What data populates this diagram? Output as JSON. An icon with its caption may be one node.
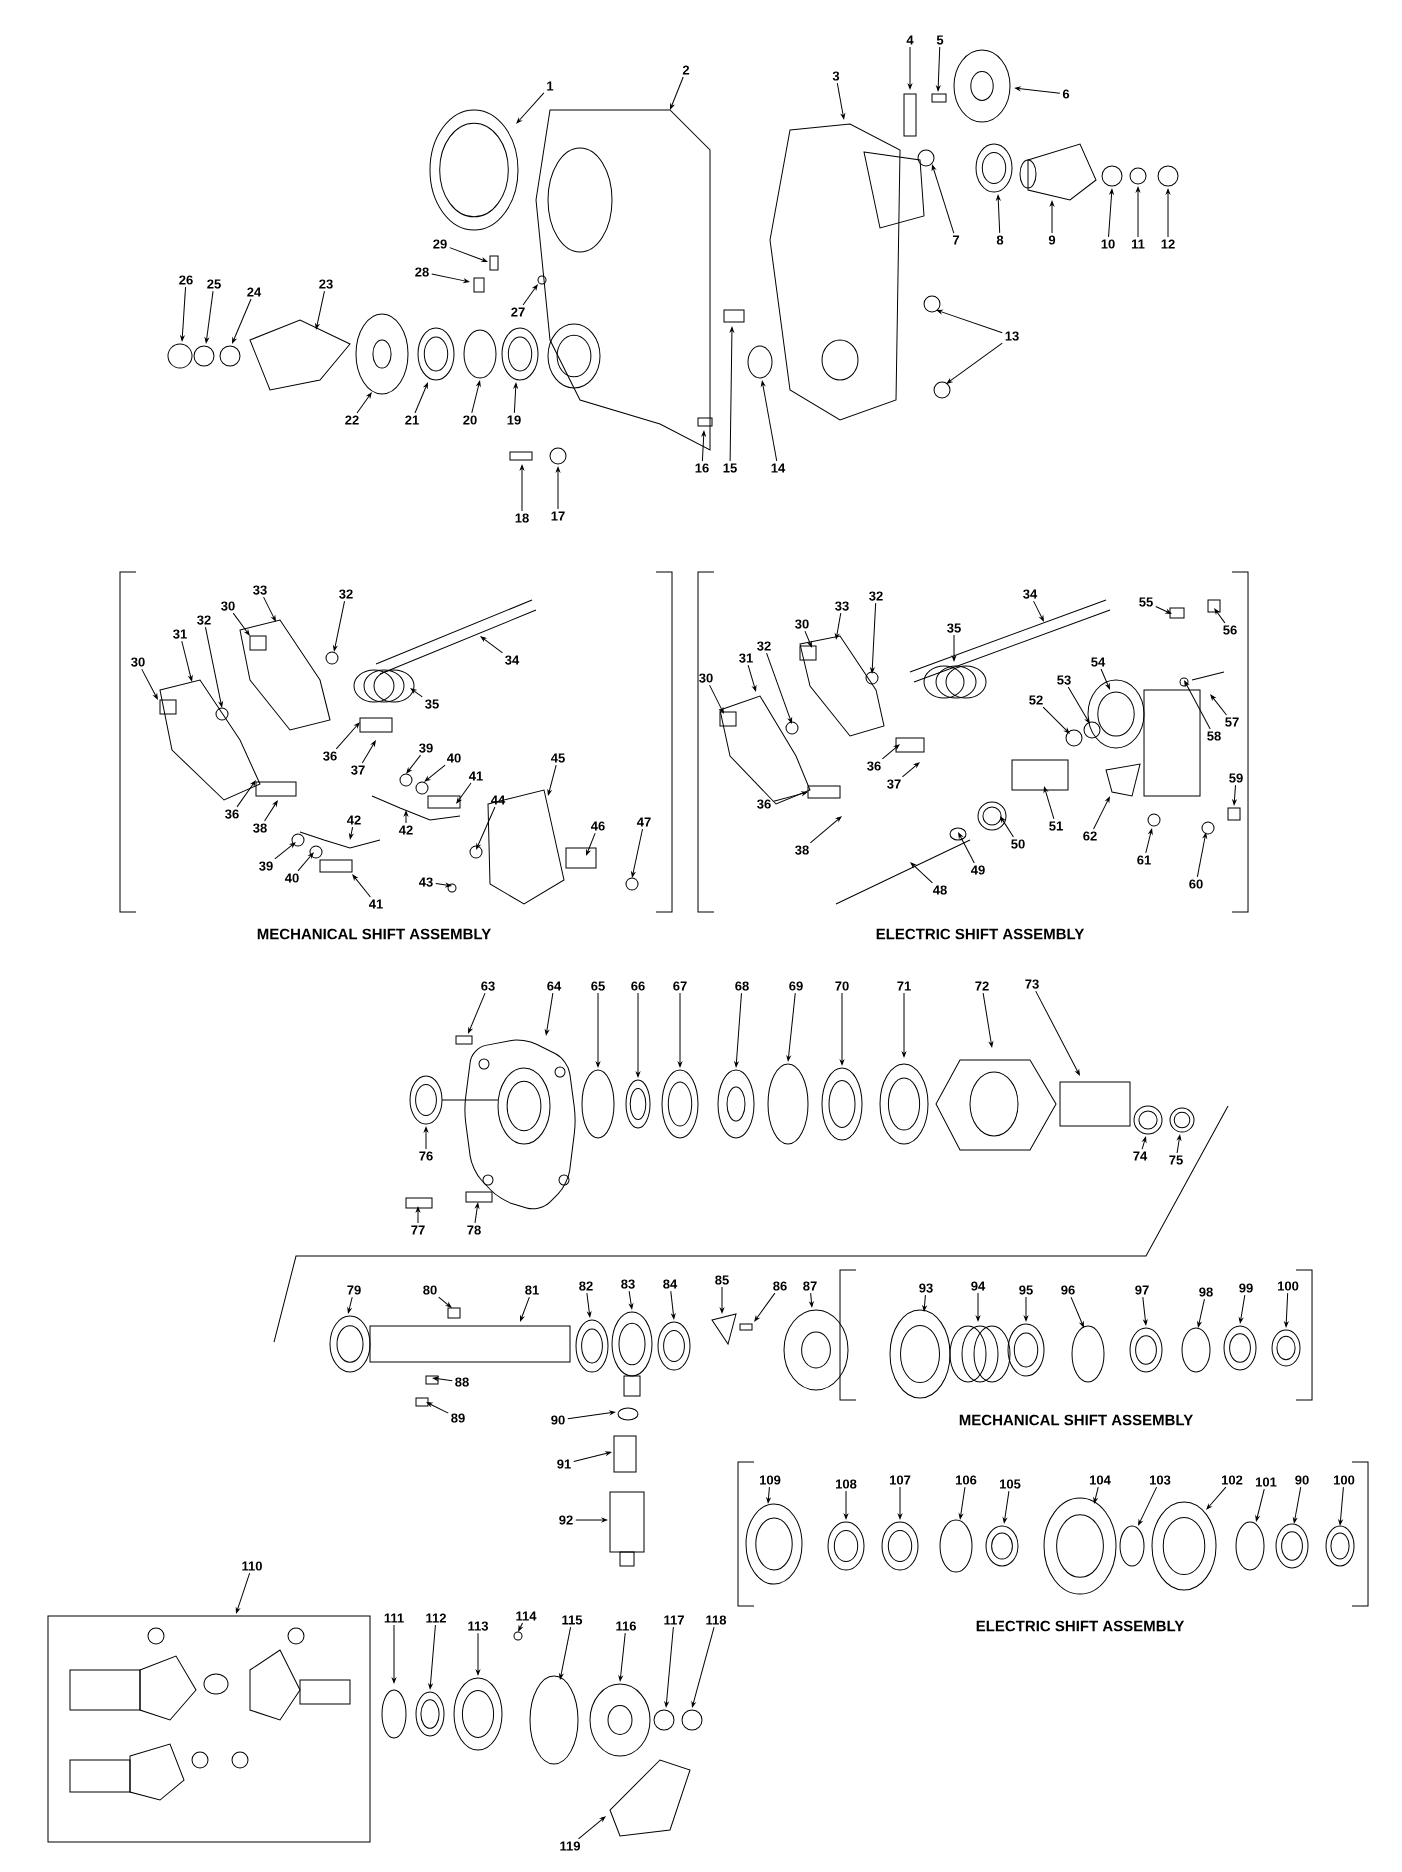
{
  "diagram": {
    "nodes": [
      {
        "text": [
          "1"
        ]
      },
      {
        "text": [
          "2"
        ]
      },
      {
        "text": [
          "3"
        ]
      },
      {
        "text": [
          "4"
        ]
      },
      {
        "text": [
          "5"
        ]
      },
      {
        "text": [
          "6"
        ]
      },
      {
        "text": [
          "7"
        ]
      },
      {
        "text": [
          "8"
        ]
      },
      {
        "text": [
          "9"
        ]
      },
      {
        "text": [
          "10"
        ]
      },
      {
        "text": [
          "11"
        ]
      },
      {
        "text": [
          "12"
        ]
      },
      {
        "text": [
          "13"
        ]
      },
      {
        "text": [
          "14"
        ]
      },
      {
        "text": [
          "15"
        ]
      },
      {
        "text": [
          "16"
        ]
      },
      {
        "text": [
          "17"
        ]
      },
      {
        "text": [
          "18"
        ]
      },
      {
        "text": [
          "19"
        ]
      },
      {
        "text": [
          "20"
        ]
      },
      {
        "text": [
          "21"
        ]
      },
      {
        "text": [
          "22"
        ]
      },
      {
        "text": [
          "23"
        ]
      },
      {
        "text": [
          "24"
        ]
      },
      {
        "text": [
          "25"
        ]
      },
      {
        "text": [
          "26"
        ]
      },
      {
        "text": [
          "27"
        ]
      },
      {
        "text": [
          "28"
        ]
      },
      {
        "text": [
          "29"
        ]
      },
      {
        "text": [
          "30"
        ]
      },
      {
        "text": [
          "31"
        ]
      },
      {
        "text": [
          "32"
        ]
      },
      {
        "text": [
          "30"
        ]
      },
      {
        "text": [
          "33"
        ]
      },
      {
        "text": [
          "32"
        ]
      },
      {
        "text": [
          "34"
        ]
      },
      {
        "text": [
          "35"
        ]
      },
      {
        "text": [
          "36"
        ]
      },
      {
        "text": [
          "37"
        ]
      },
      {
        "text": [
          "36"
        ]
      },
      {
        "text": [
          "38"
        ]
      },
      {
        "text": [
          "39"
        ]
      },
      {
        "text": [
          "40"
        ]
      },
      {
        "text": [
          "41"
        ]
      },
      {
        "text": [
          "42"
        ]
      },
      {
        "text": [
          "44"
        ]
      },
      {
        "text": [
          "45"
        ]
      },
      {
        "text": [
          "46"
        ]
      },
      {
        "text": [
          "47"
        ]
      },
      {
        "text": [
          "42"
        ]
      },
      {
        "text": [
          "39"
        ]
      },
      {
        "text": [
          "40"
        ]
      },
      {
        "text": [
          "41"
        ]
      },
      {
        "text": [
          "43"
        ]
      },
      {
        "text": [
          "30"
        ]
      },
      {
        "text": [
          "31"
        ]
      },
      {
        "text": [
          "32"
        ]
      },
      {
        "text": [
          "30"
        ]
      },
      {
        "text": [
          "33"
        ]
      },
      {
        "text": [
          "32"
        ]
      },
      {
        "text": [
          "34"
        ]
      },
      {
        "text": [
          "35"
        ]
      },
      {
        "text": [
          "55"
        ]
      },
      {
        "text": [
          "56"
        ]
      },
      {
        "text": [
          "52"
        ]
      },
      {
        "text": [
          "53"
        ]
      },
      {
        "text": [
          "54"
        ]
      },
      {
        "text": [
          "57"
        ]
      },
      {
        "text": [
          "58"
        ]
      },
      {
        "text": [
          "36"
        ]
      },
      {
        "text": [
          "37"
        ]
      },
      {
        "text": [
          "36"
        ]
      },
      {
        "text": [
          "38"
        ]
      },
      {
        "text": [
          "51"
        ]
      },
      {
        "text": [
          "50"
        ]
      },
      {
        "text": [
          "49"
        ]
      },
      {
        "text": [
          "48"
        ]
      },
      {
        "text": [
          "62"
        ]
      },
      {
        "text": [
          "61"
        ]
      },
      {
        "text": [
          "60"
        ]
      },
      {
        "text": [
          "59"
        ]
      },
      {
        "text": [
          "63"
        ]
      },
      {
        "text": [
          "64"
        ]
      },
      {
        "text": [
          "65"
        ]
      },
      {
        "text": [
          "66"
        ]
      },
      {
        "text": [
          "67"
        ]
      },
      {
        "text": [
          "68"
        ]
      },
      {
        "text": [
          "69"
        ]
      },
      {
        "text": [
          "70"
        ]
      },
      {
        "text": [
          "71"
        ]
      },
      {
        "text": [
          "72"
        ]
      },
      {
        "text": [
          "73"
        ]
      },
      {
        "text": [
          "76"
        ]
      },
      {
        "text": [
          "74"
        ]
      },
      {
        "text": [
          "75"
        ]
      },
      {
        "text": [
          "77"
        ]
      },
      {
        "text": [
          "78"
        ]
      },
      {
        "text": [
          "79"
        ]
      },
      {
        "text": [
          "80"
        ]
      },
      {
        "text": [
          "81"
        ]
      },
      {
        "text": [
          "82"
        ]
      },
      {
        "text": [
          "83"
        ]
      },
      {
        "text": [
          "84"
        ]
      },
      {
        "text": [
          "85"
        ]
      },
      {
        "text": [
          "86"
        ]
      },
      {
        "text": [
          "87"
        ]
      },
      {
        "text": [
          "88"
        ]
      },
      {
        "text": [
          "89"
        ]
      },
      {
        "text": [
          "90"
        ]
      },
      {
        "text": [
          "91"
        ]
      },
      {
        "text": [
          "92"
        ]
      },
      {
        "text": [
          "93"
        ]
      },
      {
        "text": [
          "94"
        ]
      },
      {
        "text": [
          "95"
        ]
      },
      {
        "text": [
          "96"
        ]
      },
      {
        "text": [
          "97"
        ]
      },
      {
        "text": [
          "98"
        ]
      },
      {
        "text": [
          "99"
        ]
      },
      {
        "text": [
          "100"
        ]
      },
      {
        "text": [
          "109"
        ]
      },
      {
        "text": [
          "108"
        ]
      },
      {
        "text": [
          "107"
        ]
      },
      {
        "text": [
          "106"
        ]
      },
      {
        "text": [
          "105"
        ]
      },
      {
        "text": [
          "104"
        ]
      },
      {
        "text": [
          "103"
        ]
      },
      {
        "text": [
          "102"
        ]
      },
      {
        "text": [
          "101"
        ]
      },
      {
        "text": [
          "90"
        ]
      },
      {
        "text": [
          "100"
        ]
      },
      {
        "text": [
          "110"
        ]
      },
      {
        "text": [
          "111"
        ]
      },
      {
        "text": [
          "112"
        ]
      },
      {
        "text": [
          "113"
        ]
      },
      {
        "text": [
          "114"
        ]
      },
      {
        "text": [
          "115"
        ]
      },
      {
        "text": [
          "116"
        ]
      },
      {
        "text": [
          "117"
        ]
      },
      {
        "text": [
          "118"
        ]
      },
      {
        "text": [
          "119"
        ]
      }
    ],
    "edges": [
      {
        "from": 0,
        "to": null,
        "arrow": "to"
      },
      {
        "from": 1,
        "to": null,
        "arrow": "to"
      },
      {
        "from": 2,
        "to": null,
        "arrow": "to"
      },
      {
        "from": 3,
        "to": null,
        "arrow": "to"
      },
      {
        "from": 4,
        "to": null,
        "arrow": "to"
      },
      {
        "from": 5,
        "to": null,
        "arrow": "to"
      },
      {
        "from": 6,
        "to": null,
        "arrow": "to"
      },
      {
        "from": 7,
        "to": null,
        "arrow": "to"
      },
      {
        "from": 8,
        "to": null,
        "arrow": "to"
      },
      {
        "from": 9,
        "to": null,
        "arrow": "to"
      },
      {
        "from": 10,
        "to": null,
        "arrow": "to"
      },
      {
        "from": 11,
        "to": null,
        "arrow": "to"
      },
      {
        "from": 12,
        "to": null,
        "arrow": "to"
      },
      {
        "from": 12,
        "to": null,
        "arrow": "to"
      },
      {
        "from": 13,
        "to": null,
        "arrow": "to"
      },
      {
        "from": 14,
        "to": null,
        "arrow": "to"
      },
      {
        "from": 15,
        "to": null,
        "arrow": "to"
      },
      {
        "from": 16,
        "to": null,
        "arrow": "to"
      },
      {
        "from": 17,
        "to": null,
        "arrow": "to"
      },
      {
        "from": 18,
        "to": null,
        "arrow": "to"
      },
      {
        "from": 19,
        "to": null,
        "arrow": "to"
      },
      {
        "from": 20,
        "to": null,
        "arrow": "to"
      },
      {
        "from": 21,
        "to": null,
        "arrow": "to"
      },
      {
        "from": 22,
        "to": null,
        "arrow": "to"
      },
      {
        "from": 23,
        "to": null,
        "arrow": "to"
      },
      {
        "from": 24,
        "to": null,
        "arrow": "to"
      },
      {
        "from": 25,
        "to": null,
        "arrow": "to"
      },
      {
        "from": 26,
        "to": null,
        "arrow": "to"
      },
      {
        "from": 27,
        "to": null,
        "arrow": "to"
      },
      {
        "from": 28,
        "to": null,
        "arrow": "to"
      },
      {
        "from": 29,
        "to": null,
        "arrow": "to"
      },
      {
        "from": 30,
        "to": null,
        "arrow": "to"
      },
      {
        "from": 31,
        "to": null,
        "arrow": "to"
      },
      {
        "from": 32,
        "to": null,
        "arrow": "to"
      },
      {
        "from": 33,
        "to": null,
        "arrow": "to"
      },
      {
        "from": 34,
        "to": null,
        "arrow": "to"
      },
      {
        "from": 35,
        "to": null,
        "arrow": "to"
      },
      {
        "from": 36,
        "to": null,
        "arrow": "to"
      },
      {
        "from": 37,
        "to": null,
        "arrow": "to"
      },
      {
        "from": 38,
        "to": null,
        "arrow": "to"
      },
      {
        "from": 39,
        "to": null,
        "arrow": "to"
      },
      {
        "from": 40,
        "to": null,
        "arrow": "to"
      },
      {
        "from": 41,
        "to": null,
        "arrow": "to"
      },
      {
        "from": 42,
        "to": null,
        "arrow": "to"
      },
      {
        "from": 43,
        "to": null,
        "arrow": "to"
      },
      {
        "from": 44,
        "to": null,
        "arrow": "to"
      },
      {
        "from": 45,
        "to": null,
        "arrow": "to"
      },
      {
        "from": 46,
        "to": null,
        "arrow": "to"
      },
      {
        "from": 47,
        "to": null,
        "arrow": "to"
      },
      {
        "from": 48,
        "to": null,
        "arrow": "to"
      },
      {
        "from": 49,
        "to": null,
        "arrow": "to"
      },
      {
        "from": 50,
        "to": null,
        "arrow": "to"
      },
      {
        "from": 51,
        "to": null,
        "arrow": "to"
      },
      {
        "from": 52,
        "to": null,
        "arrow": "to"
      },
      {
        "from": 53,
        "to": null,
        "arrow": "to"
      },
      {
        "from": 54,
        "to": null,
        "arrow": "to"
      },
      {
        "from": 55,
        "to": null,
        "arrow": "to"
      },
      {
        "from": 56,
        "to": null,
        "arrow": "to"
      },
      {
        "from": 57,
        "to": null,
        "arrow": "to"
      },
      {
        "from": 58,
        "to": null,
        "arrow": "to"
      },
      {
        "from": 59,
        "to": null,
        "arrow": "to"
      },
      {
        "from": 60,
        "to": null,
        "arrow": "to"
      },
      {
        "from": 61,
        "to": null,
        "arrow": "to"
      },
      {
        "from": 62,
        "to": null,
        "arrow": "to"
      },
      {
        "from": 63,
        "to": null,
        "arrow": "to"
      },
      {
        "from": 64,
        "to": null,
        "arrow": "to"
      },
      {
        "from": 65,
        "to": null,
        "arrow": "to"
      },
      {
        "from": 66,
        "to": null,
        "arrow": "to"
      },
      {
        "from": 67,
        "to": null,
        "arrow": "to"
      },
      {
        "from": 68,
        "to": null,
        "arrow": "to"
      },
      {
        "from": 69,
        "to": null,
        "arrow": "to"
      },
      {
        "from": 70,
        "to": null,
        "arrow": "to"
      },
      {
        "from": 71,
        "to": null,
        "arrow": "to"
      },
      {
        "from": 72,
        "to": null,
        "arrow": "to"
      },
      {
        "from": 73,
        "to": null,
        "arrow": "to"
      },
      {
        "from": 74,
        "to": null,
        "arrow": "to"
      },
      {
        "from": 75,
        "to": null,
        "arrow": "to"
      },
      {
        "from": 76,
        "to": null,
        "arrow": "to"
      },
      {
        "from": 77,
        "to": null,
        "arrow": "to"
      },
      {
        "from": 78,
        "to": null,
        "arrow": "to"
      },
      {
        "from": 79,
        "to": null,
        "arrow": "to"
      },
      {
        "from": 80,
        "to": null,
        "arrow": "to"
      },
      {
        "from": 81,
        "to": null,
        "arrow": "to"
      },
      {
        "from": 82,
        "to": null,
        "arrow": "to"
      },
      {
        "from": 83,
        "to": null,
        "arrow": "to"
      },
      {
        "from": 84,
        "to": null,
        "arrow": "to"
      },
      {
        "from": 85,
        "to": null,
        "arrow": "to"
      },
      {
        "from": 86,
        "to": null,
        "arrow": "to"
      },
      {
        "from": 87,
        "to": null,
        "arrow": "to"
      },
      {
        "from": 88,
        "to": null,
        "arrow": "to"
      },
      {
        "from": 89,
        "to": null,
        "arrow": "to"
      },
      {
        "from": 90,
        "to": null,
        "arrow": "to"
      },
      {
        "from": 91,
        "to": null,
        "arrow": "to"
      },
      {
        "from": 92,
        "to": null,
        "arrow": "to"
      },
      {
        "from": 93,
        "to": null,
        "arrow": "to"
      },
      {
        "from": 94,
        "to": null,
        "arrow": "to"
      },
      {
        "from": 95,
        "to": null,
        "arrow": "to"
      },
      {
        "from": 96,
        "to": null,
        "arrow": "to"
      },
      {
        "from": 97,
        "to": null,
        "arrow": "to"
      },
      {
        "from": 98,
        "to": null,
        "arrow": "to"
      },
      {
        "from": 99,
        "to": null,
        "arrow": "to"
      },
      {
        "from": 100,
        "to": null,
        "arrow": "to"
      },
      {
        "from": 101,
        "to": null,
        "arrow": "to"
      },
      {
        "from": 102,
        "to": null,
        "arrow": "to"
      },
      {
        "from": 103,
        "to": null,
        "arrow": "to"
      },
      {
        "from": 104,
        "to": null,
        "arrow": "to"
      },
      {
        "from": 105,
        "to": null,
        "arrow": "to"
      },
      {
        "from": 106,
        "to": null,
        "arrow": "to"
      },
      {
        "from": 107,
        "to": null,
        "arrow": "to"
      },
      {
        "from": 108,
        "to": null,
        "arrow": "to"
      },
      {
        "from": 109,
        "to": null,
        "arrow": "to"
      },
      {
        "from": 110,
        "to": null,
        "arrow": "to"
      },
      {
        "from": 111,
        "to": null,
        "arrow": "to"
      },
      {
        "from": 112,
        "to": null,
        "arrow": "to"
      },
      {
        "from": 113,
        "to": null,
        "arrow": "to"
      },
      {
        "from": 114,
        "to": null,
        "arrow": "to"
      },
      {
        "from": 115,
        "to": null,
        "arrow": "to"
      },
      {
        "from": 116,
        "to": null,
        "arrow": "to"
      },
      {
        "from": 117,
        "to": null,
        "arrow": "to"
      },
      {
        "from": 118,
        "to": null,
        "arrow": "to"
      },
      {
        "from": 119,
        "to": null,
        "arrow": "to"
      },
      {
        "from": 120,
        "to": null,
        "arrow": "to"
      },
      {
        "from": 121,
        "to": null,
        "arrow": "to"
      },
      {
        "from": 122,
        "to": null,
        "arrow": "to"
      },
      {
        "from": 123,
        "to": null,
        "arrow": "to"
      },
      {
        "from": 124,
        "to": null,
        "arrow": "to"
      },
      {
        "from": 125,
        "to": null,
        "arrow": "to"
      },
      {
        "from": 126,
        "to": null,
        "arrow": "to"
      },
      {
        "from": 127,
        "to": null,
        "arrow": "to"
      },
      {
        "from": 128,
        "to": null,
        "arrow": "to"
      },
      {
        "from": 129,
        "to": null,
        "arrow": "to"
      },
      {
        "from": 130,
        "to": null,
        "arrow": "to"
      },
      {
        "from": 131,
        "to": null,
        "arrow": "to"
      },
      {
        "from": 132,
        "to": null,
        "arrow": "to"
      },
      {
        "from": 133,
        "to": null,
        "arrow": "to"
      },
      {
        "from": 134,
        "to": null,
        "arrow": "to"
      },
      {
        "from": 135,
        "to": null,
        "arrow": "to"
      },
      {
        "from": 136,
        "to": null,
        "arrow": "to"
      },
      {
        "from": 137,
        "to": null,
        "arrow": "to"
      },
      {
        "from": 138,
        "to": null,
        "arrow": "to"
      },
      {
        "from": 139,
        "to": null,
        "arrow": "to"
      }
    ],
    "labels": [
      "MECHANICAL SHIFT ASSEMBLY",
      "ELECTRIC SHIFT ASSEMBLY",
      "MECHANICAL SHIFT ASSEMBLY",
      "ELECTRIC SHIFT ASSEMBLY"
    ]
  }
}
